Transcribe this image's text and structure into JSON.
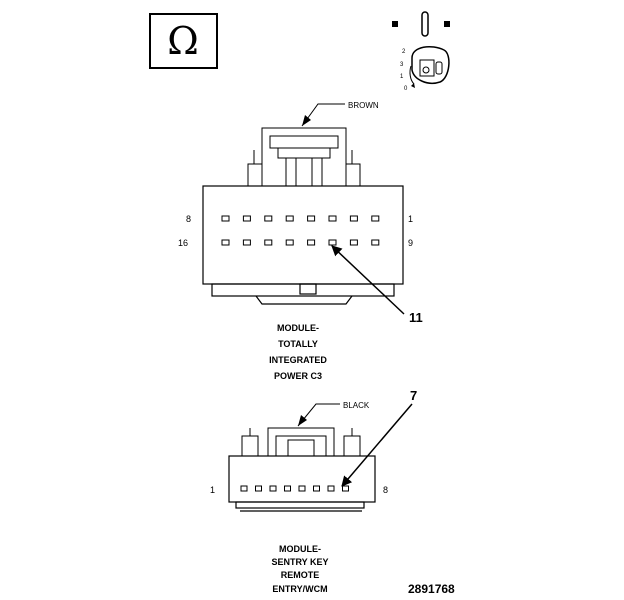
{
  "ohm_symbol": "Ω",
  "key_positions": [
    "2",
    "3",
    "1",
    "0"
  ],
  "connector_c3": {
    "wire_color": "BROWN",
    "pin_top_left": "8",
    "pin_top_right": "1",
    "pin_bottom_left": "16",
    "pin_bottom_right": "9",
    "callout": "11",
    "caption": [
      "MODULE-",
      "TOTALLY",
      "INTEGRATED",
      "POWER C3"
    ]
  },
  "connector_wcm": {
    "wire_color": "BLACK",
    "pin_left": "1",
    "pin_right": "8",
    "callout": "7",
    "caption": [
      "MODULE-",
      "SENTRY KEY",
      "REMOTE",
      "ENTRY/WCM"
    ]
  },
  "figure_number": "2891768"
}
